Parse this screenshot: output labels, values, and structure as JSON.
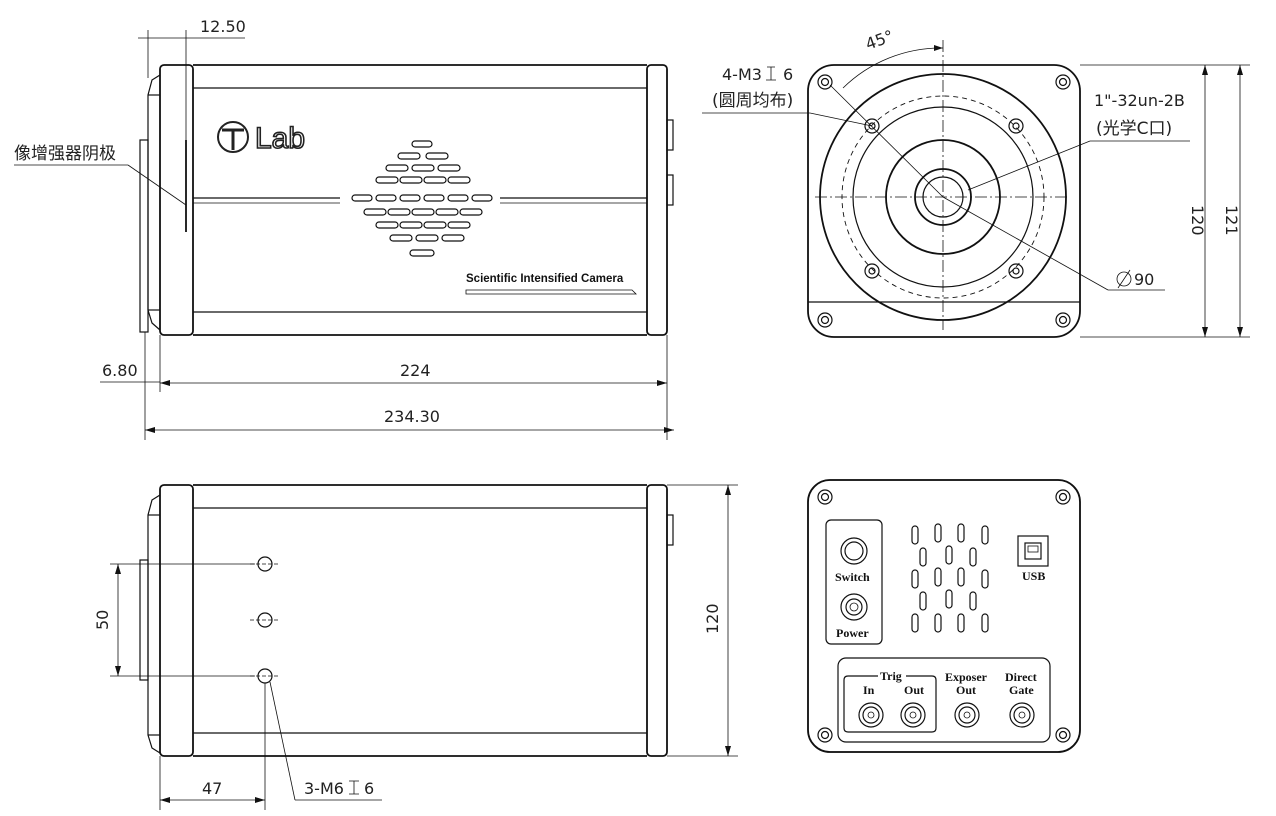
{
  "colors": {
    "line": "#111111",
    "background": "#ffffff"
  },
  "front_view": {
    "logo_text": "Lab",
    "product_label": "Scientific Intensified Camera",
    "callout_intensifier": "像增强器阴极",
    "dim_top": "12.50",
    "dim_left": "6.80",
    "dim_body": "224",
    "dim_total": "234.30"
  },
  "lens_view": {
    "angle": "45°",
    "holes_label": "4-M3",
    "holes_depth": "6",
    "holes_note": "(圆周均布)",
    "thread_label": "1\"-32un-2B",
    "thread_note": "(光学C口)",
    "diameter": "90",
    "height_inner": "120",
    "height_outer": "121"
  },
  "side_view": {
    "dim_spacing": "50",
    "dim_offset": "47",
    "holes_label": "3-M6",
    "holes_depth": "6",
    "height": "120"
  },
  "rear_panel": {
    "switch_label": "Switch",
    "power_label": "Power",
    "usb_label": "USB",
    "trig_label": "Trig",
    "trig_in": "In",
    "trig_out": "Out",
    "exposer_label": "Exposer",
    "exposer_out": "Out",
    "direct_label": "Direct",
    "gate_label": "Gate"
  }
}
